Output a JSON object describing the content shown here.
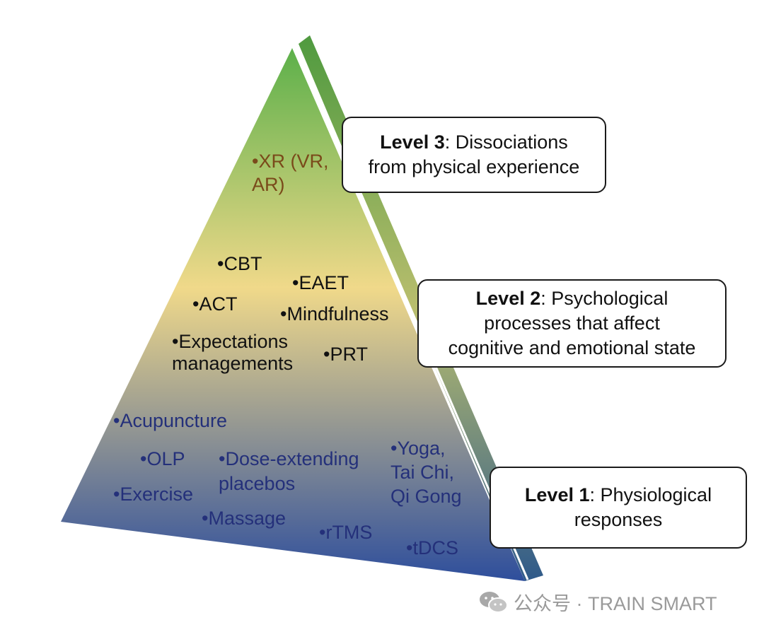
{
  "level3": {
    "items": [
      {
        "line1": "•XR (VR,",
        "line2": "AR)"
      }
    ],
    "box": {
      "bold": "Level 3",
      "rest": ": Dissociations",
      "line2": "from physical experience"
    }
  },
  "level2": {
    "items": [
      "•CBT",
      "•EAET",
      "•ACT",
      "•Mindfulness",
      "•Expectations",
      "managements",
      "•PRT"
    ],
    "box": {
      "bold": "Level 2",
      "rest": ": Psychological",
      "line2": "processes that affect",
      "line3": "cognitive and emotional state"
    }
  },
  "level1": {
    "items": [
      "•Acupuncture",
      "•OLP",
      "•Dose-extending",
      "placebos",
      "•Yoga,",
      "Tai Chi,",
      "Qi Gong",
      "•Exercise",
      "•Massage",
      "•rTMS",
      "•tDCS"
    ],
    "box": {
      "bold": "Level 1",
      "rest": ": Physiological",
      "line2": "responses"
    }
  },
  "colors": {
    "top": "#5cb04a",
    "middle": "#f0d98a",
    "bottom": "#2e4e9c"
  },
  "watermark": {
    "icon": "wechat-icon",
    "text": "公众号 · TRAIN SMART"
  }
}
